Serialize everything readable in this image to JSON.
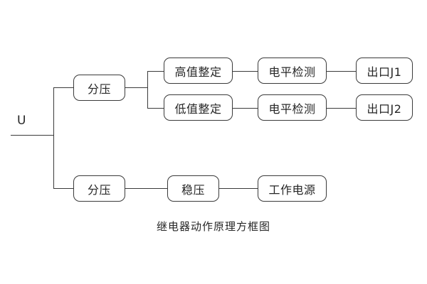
{
  "diagram": {
    "title": "继电器动作原理方框图",
    "input": {
      "label": "U"
    },
    "colors": {
      "background": "#ffffff",
      "line": "#3a3a3a",
      "text": "#262626",
      "box_fill": "#ffffff"
    },
    "nodes": {
      "divider_top": "分压",
      "high_setting": "高值整定",
      "low_setting": "低值整定",
      "level_detect_top": "电平检测",
      "level_detect_bottom": "电平检测",
      "output_j1": "出口J1",
      "output_j2": "出口J2",
      "divider_bottom": "分压",
      "regulator": "稳压",
      "working_power": "工作电源"
    }
  }
}
